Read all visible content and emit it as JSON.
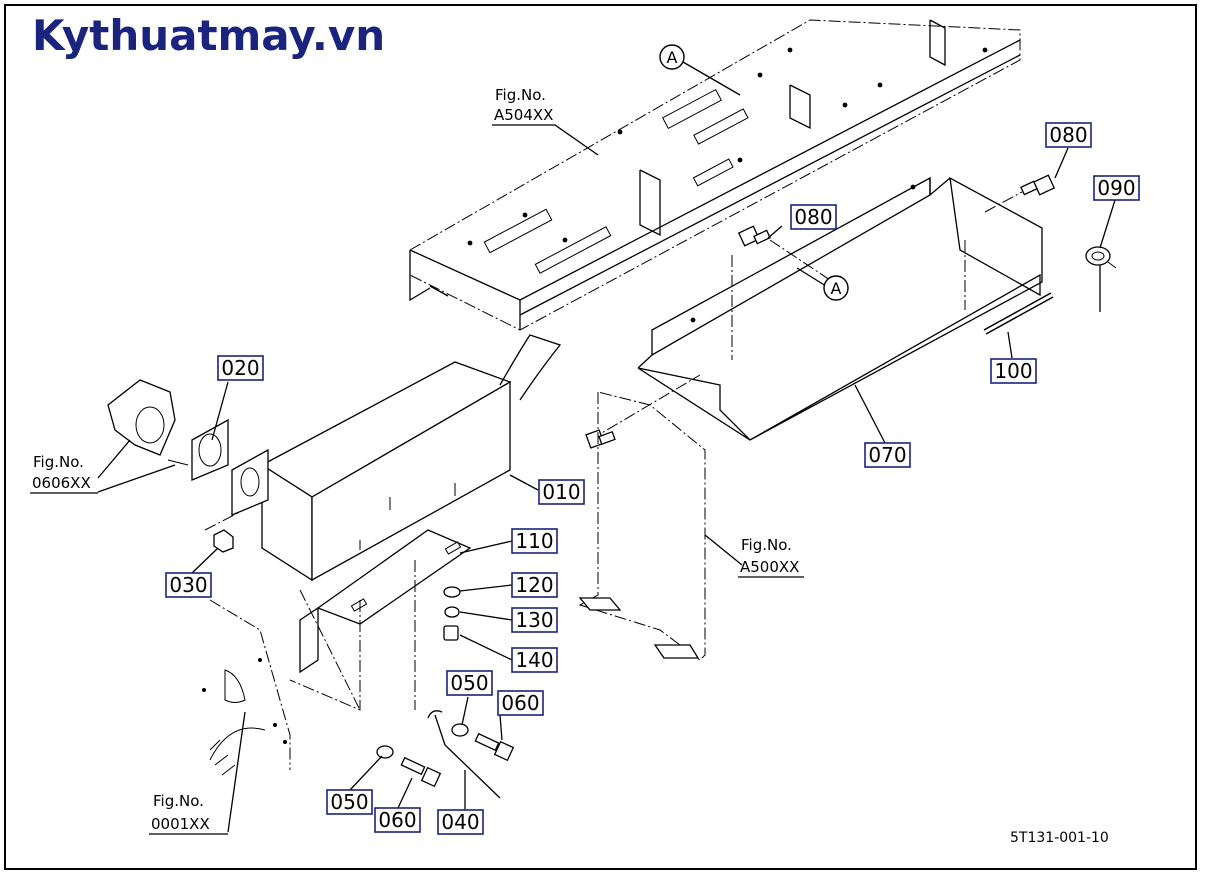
{
  "brand": {
    "text": "Kythuatmay.vn",
    "color": "#1a237e"
  },
  "drawing_code": "5T131-001-10",
  "part_labels": [
    {
      "id": "010",
      "text": "010"
    },
    {
      "id": "020",
      "text": "020"
    },
    {
      "id": "030",
      "text": "030"
    },
    {
      "id": "040",
      "text": "040"
    },
    {
      "id": "050a",
      "text": "050"
    },
    {
      "id": "050b",
      "text": "050"
    },
    {
      "id": "060a",
      "text": "060"
    },
    {
      "id": "060b",
      "text": "060"
    },
    {
      "id": "070",
      "text": "070"
    },
    {
      "id": "080a",
      "text": "080"
    },
    {
      "id": "080b",
      "text": "080"
    },
    {
      "id": "090",
      "text": "090"
    },
    {
      "id": "100",
      "text": "100"
    },
    {
      "id": "110",
      "text": "110"
    },
    {
      "id": "120",
      "text": "120"
    },
    {
      "id": "130",
      "text": "130"
    },
    {
      "id": "140",
      "text": "140"
    }
  ],
  "fig_refs": [
    {
      "id": "a504",
      "title": "Fig.No.",
      "number": "A504XX"
    },
    {
      "id": "0606",
      "title": "Fig.No.",
      "number": "0606XX"
    },
    {
      "id": "a500",
      "title": "Fig.No.",
      "number": "A500XX"
    },
    {
      "id": "0001",
      "title": "Fig.No.",
      "number": "0001XX"
    }
  ],
  "callouts": [
    {
      "id": "a-top",
      "text": "A"
    },
    {
      "id": "a-mid",
      "text": "A"
    }
  ]
}
